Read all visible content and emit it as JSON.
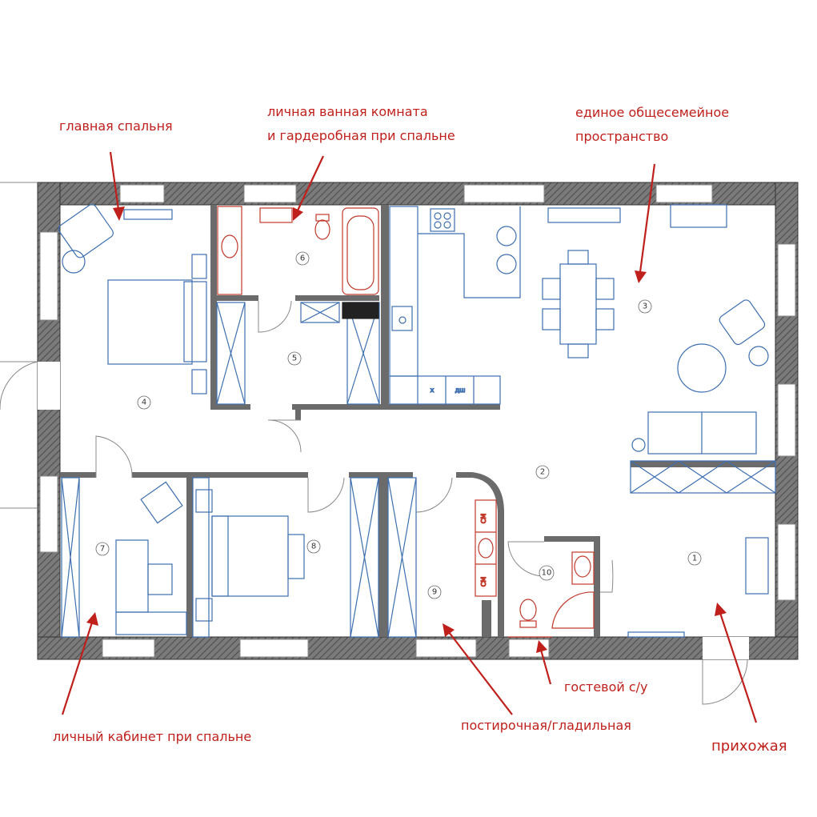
{
  "labels": {
    "master_bedroom": "главная спальня",
    "private_bath_line1": "личная ванная комната",
    "private_bath_line2": "и гардеробная при спальне",
    "family_space_line1": "единое общесемейное",
    "family_space_line2": "пространство",
    "guest_wc": "гостевой с/у",
    "laundry": "постирочная/гладильная",
    "hallway": "прихожая",
    "study": "личный кабинет при спальне"
  },
  "room_numbers": {
    "r1": "1",
    "r2": "2",
    "r3": "3",
    "r4": "4",
    "r5": "5",
    "r6": "6",
    "r7": "7",
    "r8": "8",
    "r9": "9",
    "r10": "10"
  },
  "appliances": {
    "washer": "х",
    "dishwasher": "дш",
    "laundry_machine": "СМ"
  },
  "colors": {
    "annotation": "#c0201c",
    "furniture": "#3d6fb0",
    "bathroom_fixtures": "#c0392b",
    "walls": "#6b6b6b"
  }
}
